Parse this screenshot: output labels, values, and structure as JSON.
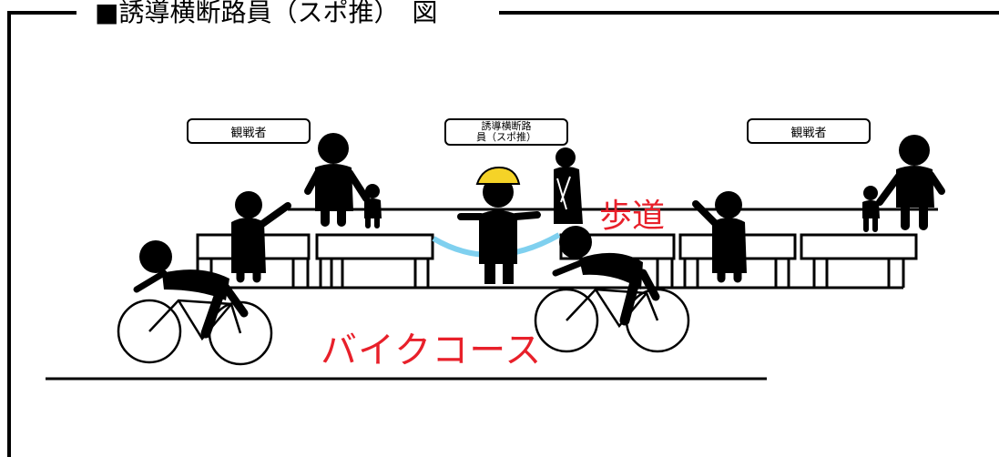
{
  "title": "■誘導横断路員（スポ推）　図",
  "labels": {
    "spectators_left": "観戦者",
    "staff": "誘導横断路\n員（スポ推）",
    "spectators_right": "観戦者"
  },
  "areas": {
    "sidewalk": "歩道",
    "bike_course": "バイクコース"
  },
  "colors": {
    "text_red": "#e8202a",
    "helmet_yellow": "#f5d327",
    "rope_blue": "#7fd0ef",
    "ink": "#000000"
  }
}
